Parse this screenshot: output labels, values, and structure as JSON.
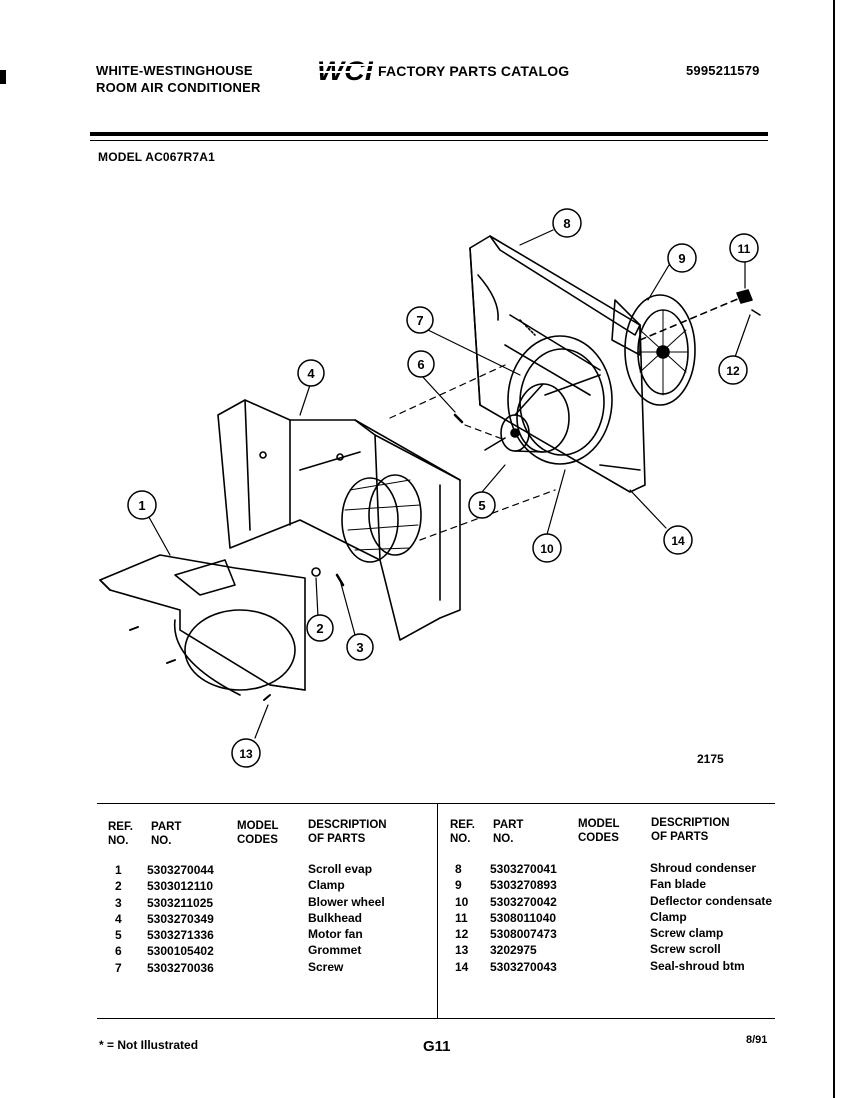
{
  "header": {
    "brand_line1": "WHITE-WESTINGHOUSE",
    "brand_line2": "ROOM AIR CONDITIONER",
    "logo_text": "WCI",
    "catalog_title": "FACTORY PARTS CATALOG",
    "catalog_number": "5995211579"
  },
  "model": "MODEL AC067R7A1",
  "diagram": {
    "code": "2175",
    "callouts": [
      "1",
      "2",
      "3",
      "4",
      "5",
      "6",
      "7",
      "8",
      "9",
      "10",
      "11",
      "12",
      "13",
      "14"
    ]
  },
  "table": {
    "headers": {
      "ref_no": [
        "REF.",
        "NO."
      ],
      "part_no": [
        "PART",
        "NO."
      ],
      "model_codes": [
        "MODEL",
        "CODES"
      ],
      "description": [
        "DESCRIPTION",
        "OF PARTS"
      ]
    },
    "left": {
      "refs": [
        "1",
        "2",
        "3",
        "4",
        "5",
        "6",
        "7"
      ],
      "parts": [
        "5303270044",
        "5303012110",
        "5303211025",
        "5303270349",
        "5303271336",
        "5300105402",
        "5303270036"
      ],
      "descriptions": [
        "Scroll evap",
        "Clamp",
        "Blower wheel",
        "Bulkhead",
        "Motor fan",
        "Grommet",
        "Screw"
      ]
    },
    "right": {
      "refs": [
        "8",
        "9",
        "10",
        "11",
        "12",
        "13",
        "14"
      ],
      "parts": [
        "5303270041",
        "5303270893",
        "5303270042",
        "5308011040",
        "5308007473",
        "3202975",
        "5303270043"
      ],
      "descriptions": [
        "Shroud condenser",
        "Fan blade",
        "Deflector condensate",
        "Clamp",
        "Screw clamp",
        "Screw scroll",
        "Seal-shroud btm"
      ]
    }
  },
  "footer": {
    "note": "* = Not Illustrated",
    "page": "G11",
    "date": "8/91"
  }
}
